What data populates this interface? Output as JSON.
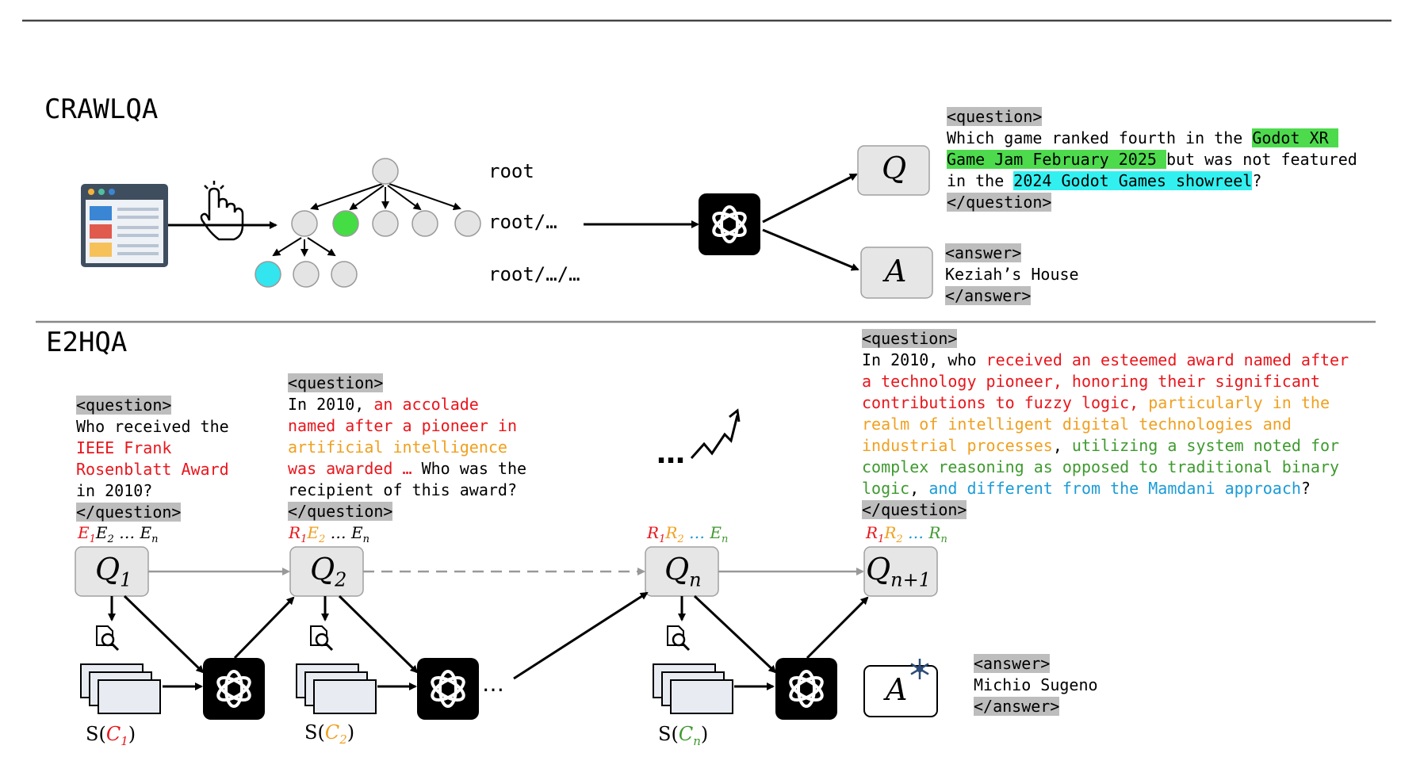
{
  "crawlqa": {
    "title": "CRAWLQA",
    "tree_labels": [
      "root",
      "root/…",
      "root/…/…"
    ],
    "q_box": "Q",
    "a_box": "A",
    "question": {
      "open_tag": "<question>",
      "line1a": "Which game ranked fourth in the ",
      "hl1a": "Godot XR ",
      "hl1b": "Game Jam February 2025 ",
      "line2b": "but was not featured",
      "line3a": "in the ",
      "hl2": "2024 Godot Games showreel",
      "line3c": "?",
      "close_tag": "</question>"
    },
    "answer": {
      "open_tag": "<answer>",
      "text": "Keziah’s House",
      "close_tag": "</answer>"
    }
  },
  "e2hqa": {
    "title": "E2HQA",
    "q1": {
      "open_tag": "<question>",
      "l1": "Who received the",
      "l2": "IEEE Frank",
      "l3": "Rosenblatt Award",
      "l4": "in 2010?",
      "close_tag": "</question>"
    },
    "q2": {
      "open_tag": "<question>",
      "l1a": "In 2010, ",
      "l1b": "an accolade",
      "l2": "named after a pioneer in",
      "l3": "artificial intelligence",
      "l4a": "was awarded … ",
      "l4b": "Who was the",
      "l5": "recipient of this award?",
      "close_tag": "</question>"
    },
    "qn1": {
      "open_tag": "<question>",
      "l1a": "In 2010, who ",
      "l1b": "received an esteemed award named after",
      "l2": "a technology pioneer, honoring their significant",
      "l3a": "contributions to fuzzy logic, ",
      "l3b": "particularly in the",
      "l4": "realm of intelligent digital technologies and",
      "l5a": "industrial processes",
      "l5b": ", ",
      "l5c": "utilizing a system noted for",
      "l6": "complex reasoning as opposed to traditional binary",
      "l7a": "logic",
      "l7b": ", ",
      "l7c": "and different from the Mamdani approach",
      "l7d": "?",
      "close_tag": "</question>"
    },
    "answer": {
      "open_tag": "<answer>",
      "text": "Michio Sugeno",
      "close_tag": "</answer>"
    },
    "ellipsis": "…",
    "node_q": "Q",
    "node_a": "A",
    "sub_1": "1",
    "sub_2": "2",
    "sub_n": "n",
    "sub_n1": "n+1",
    "lbl_E": "E",
    "lbl_R": "R",
    "lbl_dots": " … ",
    "lbl_S": "S(",
    "lbl_C": "C",
    "lbl_close": ")"
  },
  "colors": {
    "red": "#e8161c",
    "orange": "#f0a020",
    "green": "#3f9a2f",
    "blue": "#1a9bd7",
    "tag_bg": "#bdbdbd",
    "hl_green": "#4ddb4d",
    "hl_cyan": "#33f0f0"
  }
}
